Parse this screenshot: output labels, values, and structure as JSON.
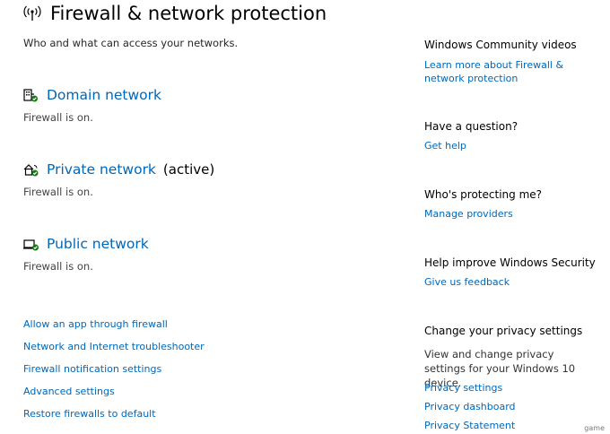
{
  "header": {
    "icon": "antenna-icon",
    "title": "Firewall & network protection",
    "subtitle": "Who and what can access your networks."
  },
  "networks": [
    {
      "icon": "domain-network-icon",
      "label": "Domain network",
      "active_text": "",
      "status": "Firewall is on."
    },
    {
      "icon": "private-network-icon",
      "label": "Private network",
      "active_text": "(active)",
      "status": "Firewall is on."
    },
    {
      "icon": "public-network-icon",
      "label": "Public network",
      "active_text": "",
      "status": "Firewall is on."
    }
  ],
  "links": [
    "Allow an app through firewall",
    "Network and Internet troubleshooter",
    "Firewall notification settings",
    "Advanced settings",
    "Restore firewalls to default"
  ],
  "sidebar": {
    "community": {
      "heading": "Windows Community videos",
      "link": "Learn more about Firewall & network protection"
    },
    "question": {
      "heading": "Have a question?",
      "link": "Get help"
    },
    "protecting": {
      "heading": "Who's protecting me?",
      "link": "Manage providers"
    },
    "improve": {
      "heading": "Help improve Windows Security",
      "link": "Give us feedback"
    },
    "privacy": {
      "heading": "Change your privacy settings",
      "text": "View and change privacy settings for your Windows 10 device.",
      "links": [
        "Privacy settings",
        "Privacy dashboard",
        "Privacy Statement"
      ]
    }
  },
  "watermark": "game",
  "colors": {
    "link": "#0067b8",
    "check_green": "#107c10"
  }
}
